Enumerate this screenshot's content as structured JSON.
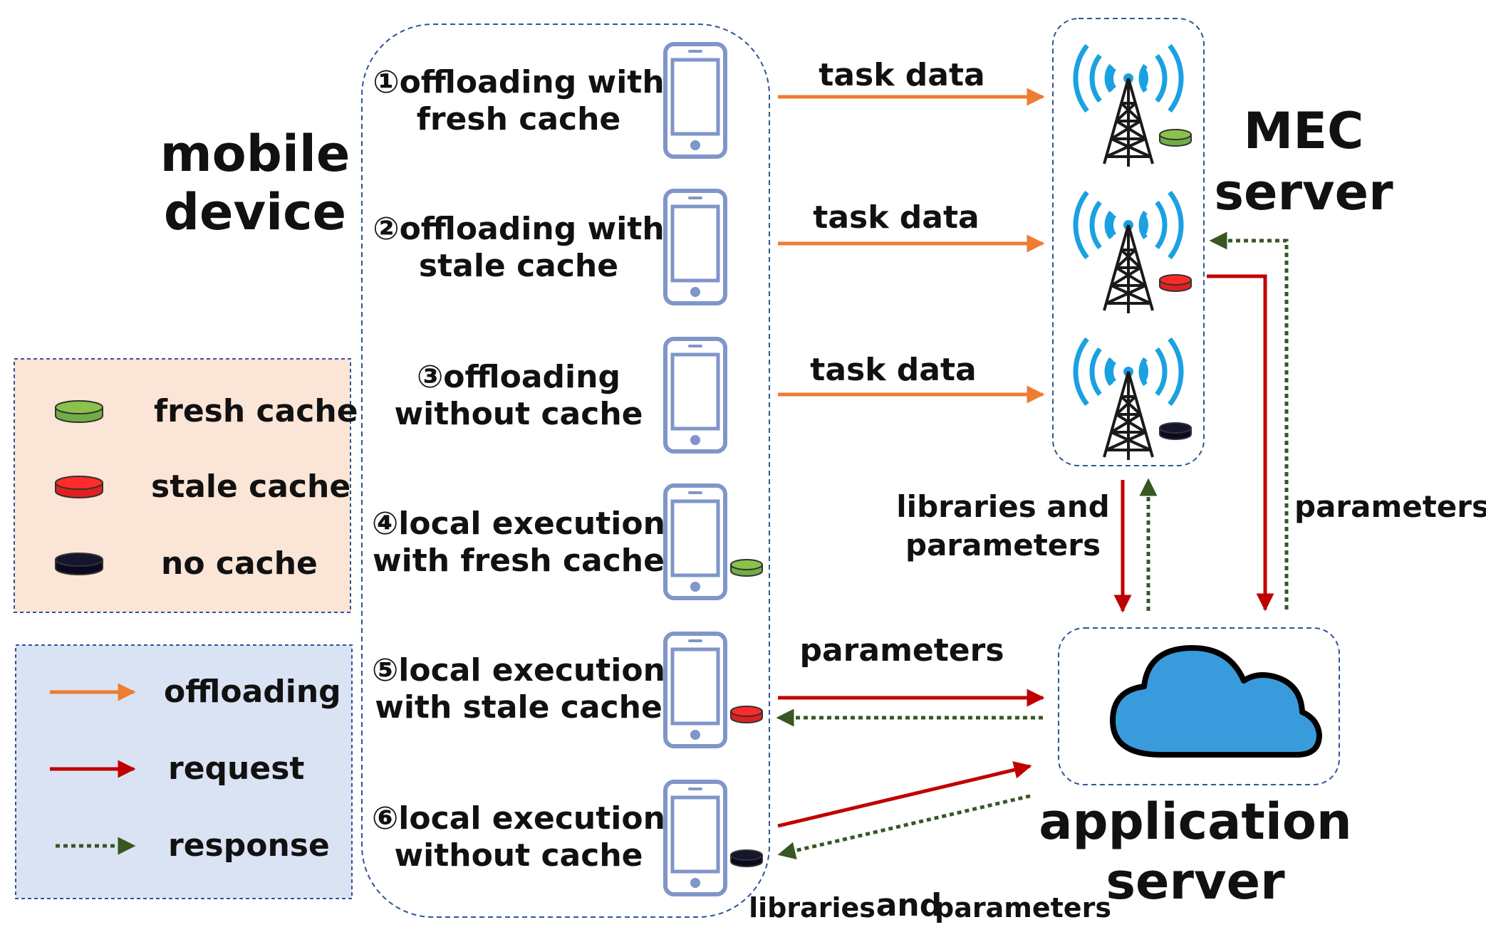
{
  "mobile_device": {
    "line1": "mobile",
    "line2": "device"
  },
  "mec_server": {
    "line1": "MEC",
    "line2": "server"
  },
  "application_server": {
    "line1": "application",
    "line2": "server"
  },
  "cases": [
    {
      "line1": "①offloading with",
      "line2": "fresh cache",
      "cache": "none"
    },
    {
      "line1": "②offloading with",
      "line2": "stale cache",
      "cache": "none"
    },
    {
      "line1": "③offloading",
      "line2": "without cache",
      "cache": "none"
    },
    {
      "line1": "④local execution",
      "line2": "with fresh cache",
      "cache": "fresh"
    },
    {
      "line1": "⑤local execution",
      "line2": "with stale cache",
      "cache": "stale"
    },
    {
      "line1": "⑥local execution",
      "line2": "without cache",
      "cache": "no"
    }
  ],
  "arrow_labels": {
    "task_data_1": "task data",
    "task_data_2": "task data",
    "task_data_3": "task data",
    "parameters_mec_app": "parameters",
    "libraries_and_parameters_mec_line1": "libraries and",
    "libraries_and_parameters_mec_line2": "parameters",
    "parameters_local": "parameters",
    "libraries_bottom": "libraries",
    "and_bottom": "and",
    "parameters_bottom": "parameters"
  },
  "legend_cache": {
    "items": [
      {
        "label": "fresh cache",
        "color": "#70AD47"
      },
      {
        "label": "stale cache",
        "color": "#E02020"
      },
      {
        "label": "no cache",
        "color": "#0A0A1E"
      }
    ]
  },
  "legend_arrows": {
    "items": [
      {
        "label": "offloading",
        "color": "#ED7D31",
        "style": "solid"
      },
      {
        "label": "request",
        "color": "#C00000",
        "style": "solid"
      },
      {
        "label": "response",
        "color": "#385723",
        "style": "dotted"
      }
    ]
  },
  "colors": {
    "offloading": "#ED7D31",
    "request": "#C00000",
    "response": "#385723",
    "phone": "#7F96C9",
    "signal": "#1BA1E2",
    "cloud": "#3A9BDC",
    "legend_cache_bg": "#FBE5D6",
    "legend_arrows_bg": "#DAE3F3",
    "dashed_border": "#2F5597"
  },
  "icons": [
    "smartphone-icon",
    "cell-tower-icon",
    "cloud-icon",
    "cache-disk-icon"
  ]
}
